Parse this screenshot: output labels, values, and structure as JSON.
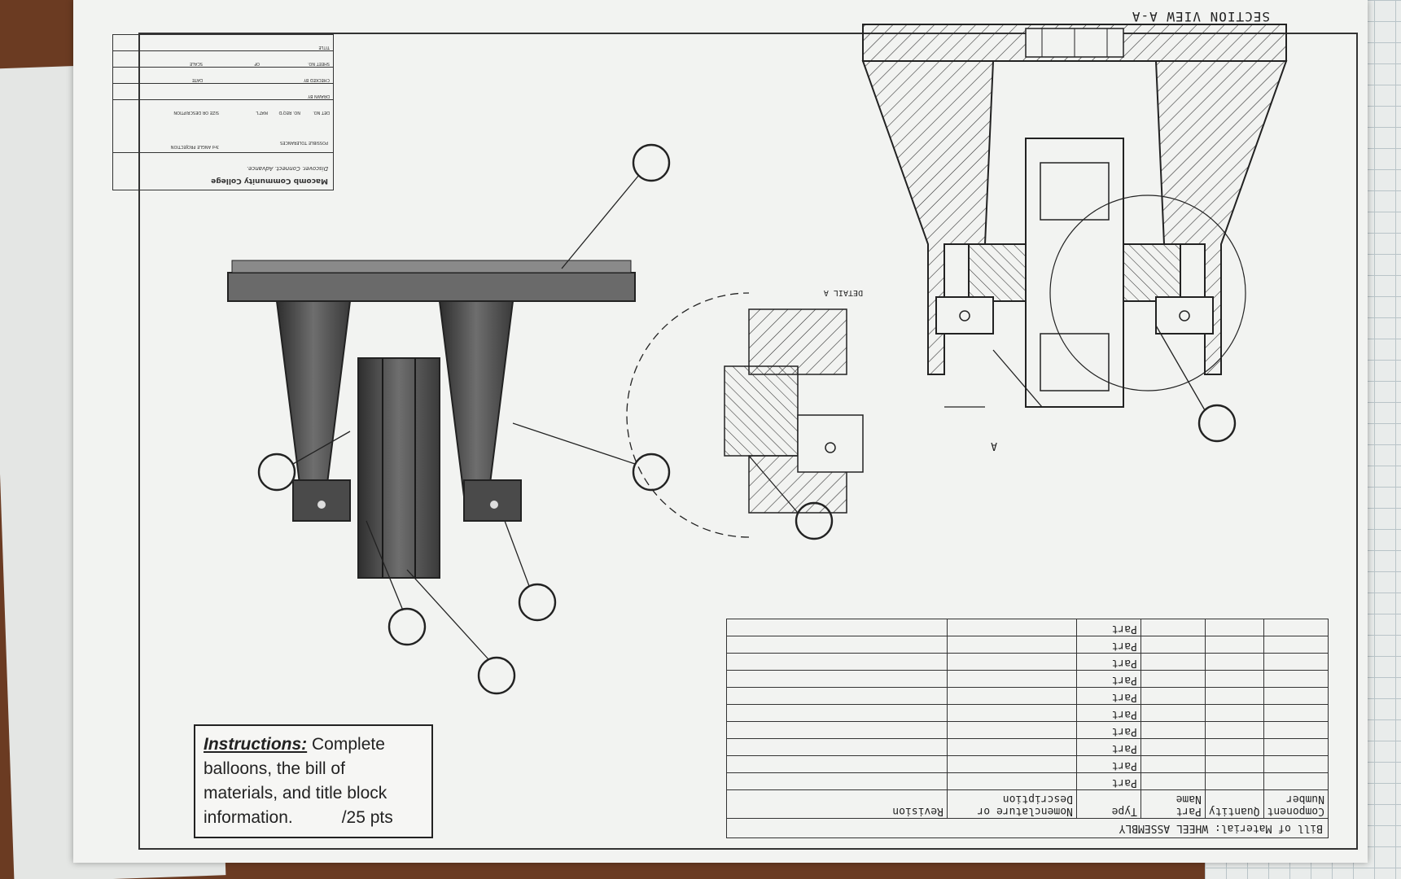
{
  "instructions": {
    "title": "Instructions:",
    "line1": "Complete",
    "line2": "balloons, the bill of",
    "line3": "materials, and title block",
    "line4": "information.",
    "score": "/25 pts"
  },
  "bom": {
    "title": "Bill of Material: WHEEL ASSEMBLY",
    "headers": [
      "Component Number",
      "Quantity",
      "Part Name",
      "Type",
      "Nomenclature or Description",
      "Revision"
    ],
    "rows": [
      "Part",
      "Part",
      "Part",
      "Part",
      "Part",
      "Part",
      "Part",
      "Part",
      "Part",
      "Part"
    ]
  },
  "views": {
    "section": "SECTION VIEW A-A",
    "detail": "DETAIL A",
    "cut_marker": "A"
  },
  "title_block": {
    "school": "Macomb Community College",
    "tagline": "Discover. Connect. Advance.",
    "projection": "3rd ANGLE PROJECTION",
    "tolerances": "POSSIBLE TOLERANCES",
    "fields": [
      "DRAWN BY",
      "CHECKED BY",
      "DATE",
      "SHEET NO.",
      "OF",
      "SCALE",
      "TITLE",
      "DET NO.",
      "NO. REQ'D",
      "MAT'L",
      "SIZE OR DESCRIPTION"
    ]
  }
}
